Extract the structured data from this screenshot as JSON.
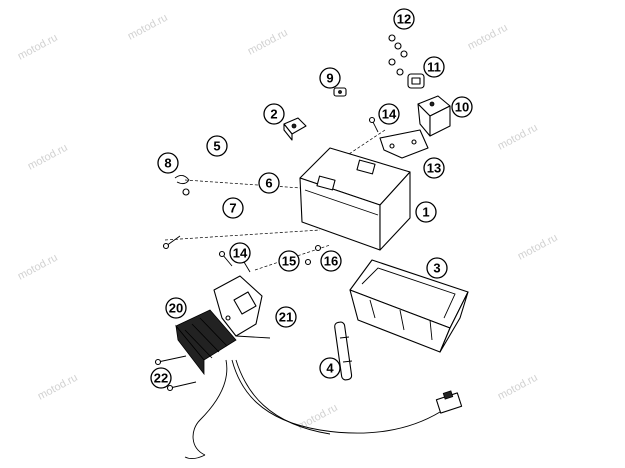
{
  "watermark": {
    "text": "motod.ru"
  },
  "callouts": [
    {
      "label": "1"
    },
    {
      "label": "2"
    },
    {
      "label": "3"
    },
    {
      "label": "4"
    },
    {
      "label": "5"
    },
    {
      "label": "6"
    },
    {
      "label": "7"
    },
    {
      "label": "8"
    },
    {
      "label": "9"
    },
    {
      "label": "10"
    },
    {
      "label": "11"
    },
    {
      "label": "12"
    },
    {
      "label": "13"
    },
    {
      "label": "14"
    },
    {
      "label": "14"
    },
    {
      "label": "15"
    },
    {
      "label": "16"
    },
    {
      "label": "20"
    },
    {
      "label": "21"
    },
    {
      "label": "22"
    }
  ]
}
